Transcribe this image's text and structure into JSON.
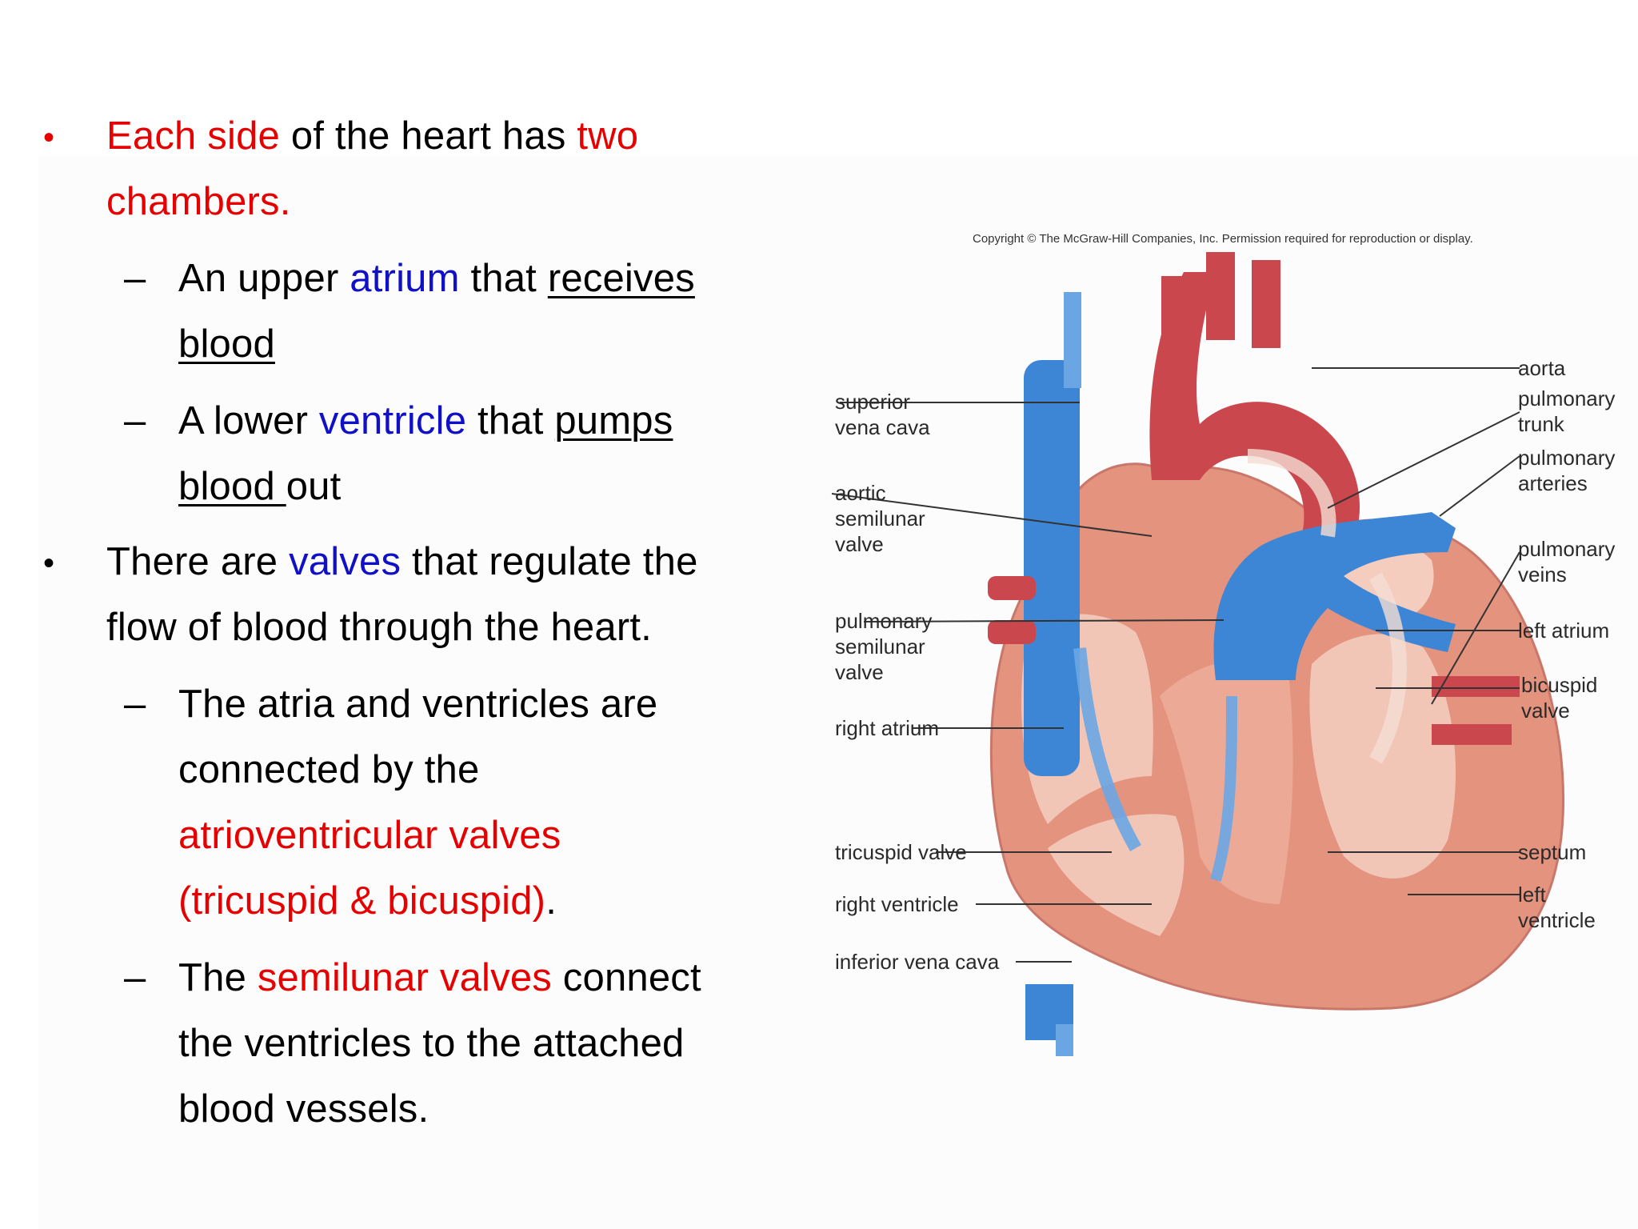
{
  "text": {
    "b1": {
      "a": "Each side",
      "b": " of the heart has ",
      "c": "two",
      "d": "chambers."
    },
    "s1": {
      "a": "An upper ",
      "b": "atrium",
      "c": " that ",
      "d": "receives",
      "e": "blood"
    },
    "s2": {
      "a": "A lower ",
      "b": "ventricle",
      "c": " that ",
      "d": "pumps",
      "e": "blood ",
      "f": "out"
    },
    "b2": {
      "a": "There are ",
      "b": "valves",
      "c": " that regulate the",
      "d": "flow of blood through the heart."
    },
    "s3": {
      "l1": "The atria and ventricles are",
      "l2": "connected by the",
      "l3": "atrioventricular valves",
      "l4a": "(tricuspid & bicuspid)",
      "l4b": "."
    },
    "s4": {
      "a": "The ",
      "b": "semilunar valves",
      "c": " connect",
      "l2": "the ventricles to the attached",
      "l3": "blood vessels."
    }
  },
  "diagram": {
    "copyright": "Copyright © The McGraw-Hill Companies, Inc. Permission required for reproduction or display.",
    "labels_left": {
      "superior_vena_cava": [
        "superior",
        "vena cava"
      ],
      "aortic_semilunar_valve": [
        "aortic",
        "semilunar",
        "valve"
      ],
      "pulmonary_semilunar_valve": [
        "pulmonary",
        "semilunar",
        "valve"
      ],
      "right_atrium": "right atrium",
      "tricuspid_valve": "tricuspid valve",
      "right_ventricle": "right ventricle",
      "inferior_vena_cava": "inferior vena cava"
    },
    "labels_right": {
      "aorta": "aorta",
      "pulmonary_trunk": [
        "pulmonary",
        "trunk"
      ],
      "pulmonary_arteries": [
        "pulmonary",
        "arteries"
      ],
      "pulmonary_veins": [
        "pulmonary",
        "veins"
      ],
      "left_atrium": "left atrium",
      "bicuspid_valve": [
        "bicuspid",
        "valve"
      ],
      "septum": "septum",
      "left_ventricle": [
        "left",
        "ventricle"
      ]
    },
    "colors": {
      "blood_red": "#c9484e",
      "blood_blue": "#3d86d6",
      "muscle": "#e59a86",
      "muscle_inner": "#f3c8b8"
    }
  }
}
